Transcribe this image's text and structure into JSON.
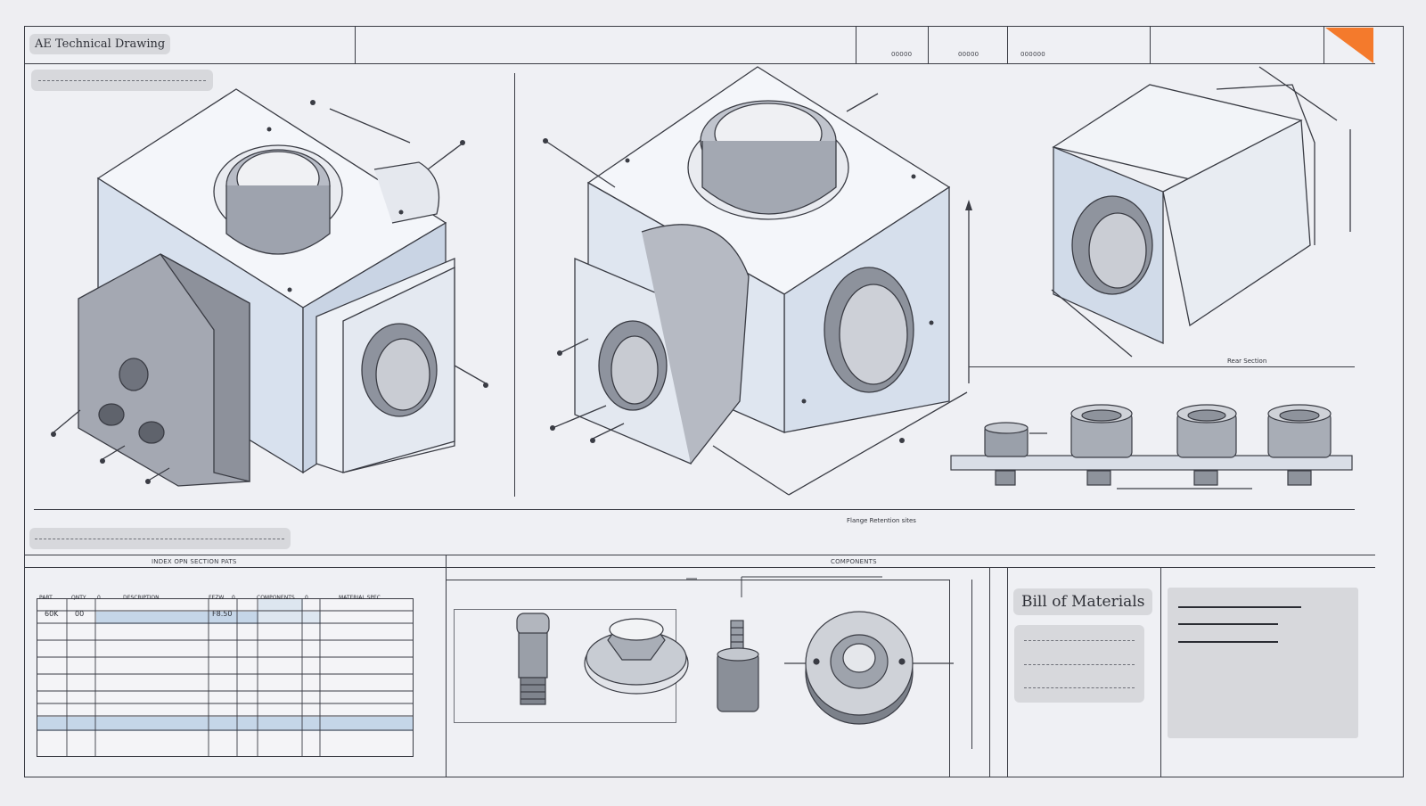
{
  "header": {
    "title": "AE Technical Drawing",
    "col_a": "00000",
    "col_b": "00000",
    "col_c": "000000"
  },
  "captions": {
    "side_view": "Rear Section",
    "exploded_view": "Flange Retention sites",
    "parts_table_header": "INDEX OPN SECTION PATS",
    "components_header": "COMPONENTS"
  },
  "parts_table": {
    "headers": [
      "PART",
      "QNTY",
      "0",
      "DESCRIPTION",
      "FEZW",
      "0",
      "COMPONENTS",
      "0",
      "MATERIAL SPEC"
    ],
    "rows": [
      [
        "60K",
        "00",
        "",
        "",
        "F8.50",
        "",
        "",
        "",
        ""
      ]
    ]
  },
  "bom": {
    "title": "Bill of Materials"
  },
  "colors": {
    "accent": "#f47a2c",
    "line": "#3a3c44",
    "panel": "#d7d8dc",
    "highlight": "#c5d6e8"
  }
}
